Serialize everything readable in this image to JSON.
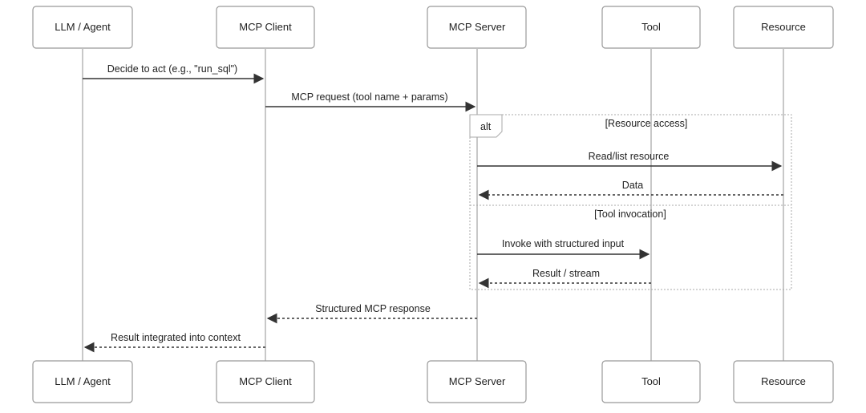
{
  "participants": [
    {
      "id": "llm",
      "label": "LLM / Agent"
    },
    {
      "id": "client",
      "label": "MCP Client"
    },
    {
      "id": "server",
      "label": "MCP Server"
    },
    {
      "id": "tool",
      "label": "Tool"
    },
    {
      "id": "resource",
      "label": "Resource"
    }
  ],
  "messages": [
    {
      "from": "llm",
      "to": "client",
      "label": "Decide to act (e.g., \"run_sql\")",
      "style": "solid"
    },
    {
      "from": "client",
      "to": "server",
      "label": "MCP request (tool name + params)",
      "style": "solid"
    },
    {
      "from": "server",
      "to": "resource",
      "label": "Read/list resource",
      "style": "solid"
    },
    {
      "from": "resource",
      "to": "server",
      "label": "Data",
      "style": "dashed"
    },
    {
      "from": "server",
      "to": "tool",
      "label": "Invoke with structured input",
      "style": "solid"
    },
    {
      "from": "tool",
      "to": "server",
      "label": "Result / stream",
      "style": "dashed"
    },
    {
      "from": "server",
      "to": "client",
      "label": "Structured MCP response",
      "style": "dashed"
    },
    {
      "from": "client",
      "to": "llm",
      "label": "Result integrated into context",
      "style": "dashed"
    }
  ],
  "alt_frame": {
    "tag": "alt",
    "guards": [
      "[Resource access]",
      "[Tool invocation]"
    ]
  },
  "colors": {
    "line": "#333333",
    "lifeline": "#aaaaaa",
    "box_border": "#999999"
  }
}
